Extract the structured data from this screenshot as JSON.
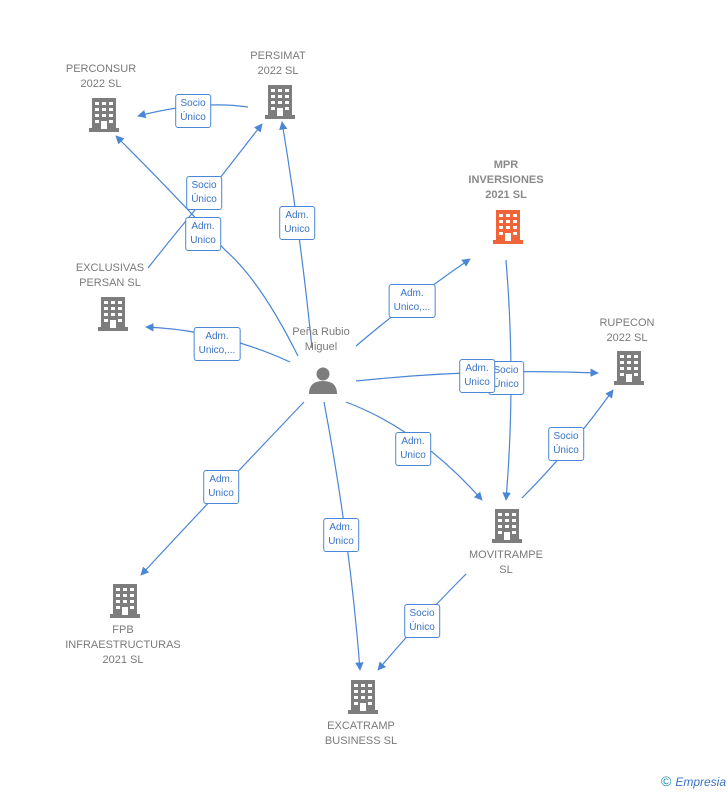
{
  "colors": {
    "building": "#7d7d7d",
    "building_highlight": "#f0643a",
    "person": "#7d7d7d",
    "edge": "#4a86d6"
  },
  "person": {
    "name": "Peña Rubio\nMiguel"
  },
  "companies": {
    "perconsur": "PERCONSUR\n2022  SL",
    "persimat": "PERSIMAT\n2022  SL",
    "mpr": "MPR\nINVERSIONES\n2021  SL",
    "exclusivas": "EXCLUSIVAS\nPERSAN  SL",
    "rupecon": "RUPECON\n2022  SL",
    "movitrampe": "MOVITRAMPE\nSL",
    "fpb": "FPB\nINFRAESTRUCTURAS\n2021  SL",
    "excatramp": "EXCATRAMP\nBUSINESS  SL"
  },
  "edges": {
    "persimat_perconsur": "Socio\nÚnico",
    "exclusivas_persimat": "Socio\nÚnico",
    "person_perconsur": "Adm.\nUnico",
    "person_persimat": "Adm.\nUnico",
    "person_mpr": "Adm.\nUnico,...",
    "person_exclusivas": "Adm.\nUnico,...",
    "person_rupecon": "Adm.\nUnico",
    "mpr_movitrampe": "Socio\nÚnico",
    "person_movitrampe": "Adm.\nUnico",
    "movitrampe_rupecon": "Socio\nÚnico",
    "person_fpb": "Adm.\nUnico",
    "person_excatramp": "Adm.\nUnico",
    "movitrampe_excatramp": "Socio\nÚnico"
  },
  "footer": {
    "copyright": "©",
    "brand": "Empresia"
  }
}
